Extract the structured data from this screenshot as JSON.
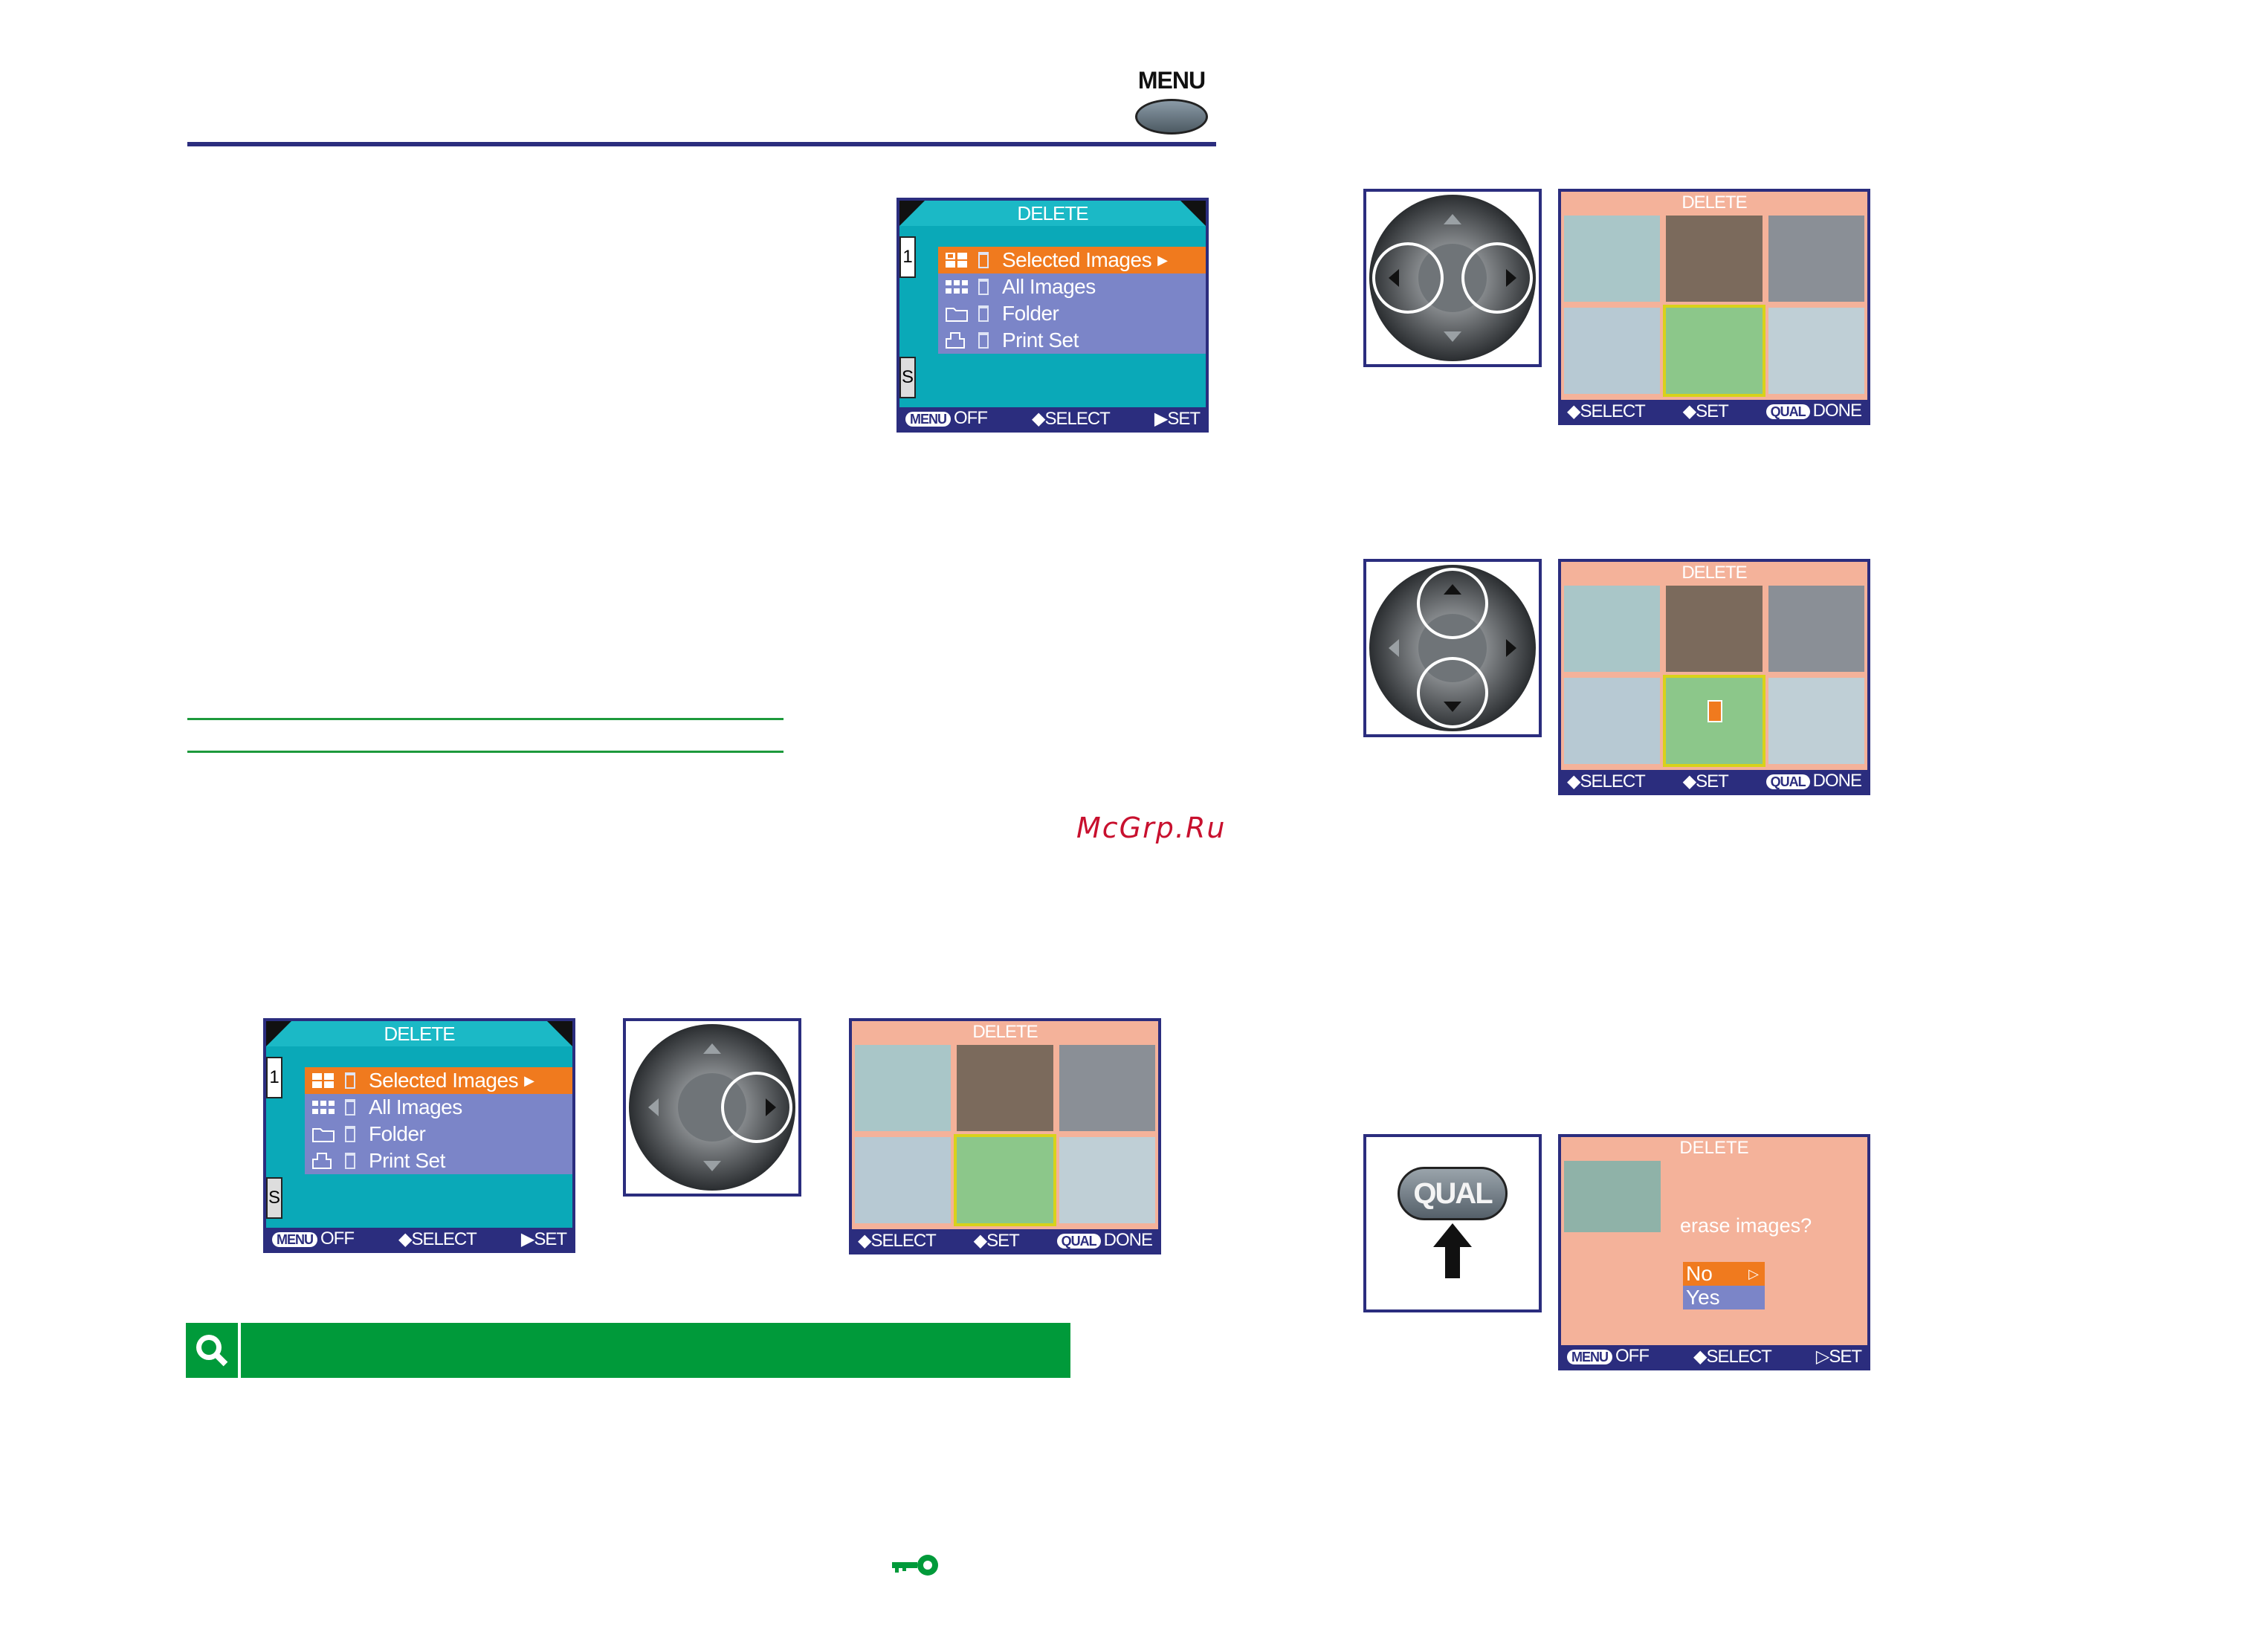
{
  "header": {
    "menu_button_label": "MENU"
  },
  "watermark": "McGrp.Ru",
  "delete_menu": {
    "title": "DELETE",
    "tab_1": "1",
    "tab_s": "S",
    "items": [
      "Selected Images",
      "All Images",
      "Folder",
      "Print Set"
    ],
    "footer": {
      "menu_badge": "MENU",
      "off": "OFF",
      "select": "SELECT",
      "set": "SET"
    }
  },
  "thumb_screen": {
    "title": "DELETE",
    "footer": {
      "select": "SELECT",
      "set": "SET",
      "qual_badge": "QUAL",
      "done": "DONE"
    }
  },
  "confirm_screen": {
    "title": "DELETE",
    "question": "erase images?",
    "options": [
      "No",
      "Yes"
    ],
    "footer": {
      "menu_badge": "MENU",
      "off": "OFF",
      "select": "SELECT",
      "set": "SET"
    }
  },
  "qual_button_label": "QUAL",
  "colors": {
    "rule": "#2b2d7e",
    "green": "#009a3a",
    "orange": "#f07a1e",
    "menu_bg": "#0aa9b8"
  }
}
